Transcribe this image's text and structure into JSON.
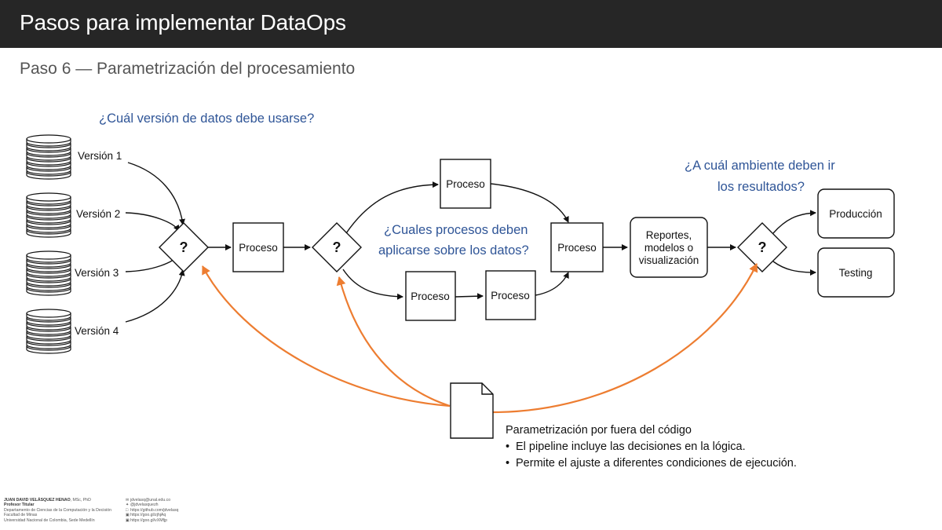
{
  "header": {
    "title": "Pasos para implementar DataOps"
  },
  "subtitle": "Paso 6 — Parametrización del procesamiento",
  "questions": {
    "data_version": "¿Cuál versión de datos debe usarse?",
    "processes_line1": "¿Cuales procesos deben",
    "processes_line2": "aplicarse sobre los datos?",
    "environment_line1": "¿A cuál ambiente deben ir",
    "environment_line2": "los resultados?"
  },
  "versions": [
    "Versión 1",
    "Versión 2",
    "Versión 3",
    "Versión 4"
  ],
  "decision_symbol": "?",
  "process_label": "Proceso",
  "reports": {
    "line1": "Reportes,",
    "line2": "modelos o",
    "line3": "visualización"
  },
  "environments": {
    "production": "Producción",
    "testing": "Testing"
  },
  "note": {
    "title": "Parametrización por fuera del código",
    "bullets": [
      "El pipeline incluye las decisiones en la lógica.",
      "Permite el ajuste a diferentes condiciones de ejecución."
    ]
  },
  "footer": {
    "name": "JUAN DAVID VELÁSQUEZ HENAO",
    "degree": ", MSc, PhD",
    "role": "Profesor Titular",
    "dept": "Departamento de Ciencias de la Computación y la Decisión",
    "faculty": "Facultad de Minas",
    "university": "Universidad Nacional de Colombia, Sede Medellín",
    "contacts": [
      "jdvelasq@unal.edu.co",
      "@jdvelasquezh",
      "https://github.com/jdvelasq",
      "https://goo.gl/zjhjAq",
      "https://goo.gl/vXMfjp"
    ]
  },
  "colors": {
    "accent_orange": "#ed7d31",
    "question_blue": "#2f5597",
    "header_bg": "#262626"
  }
}
